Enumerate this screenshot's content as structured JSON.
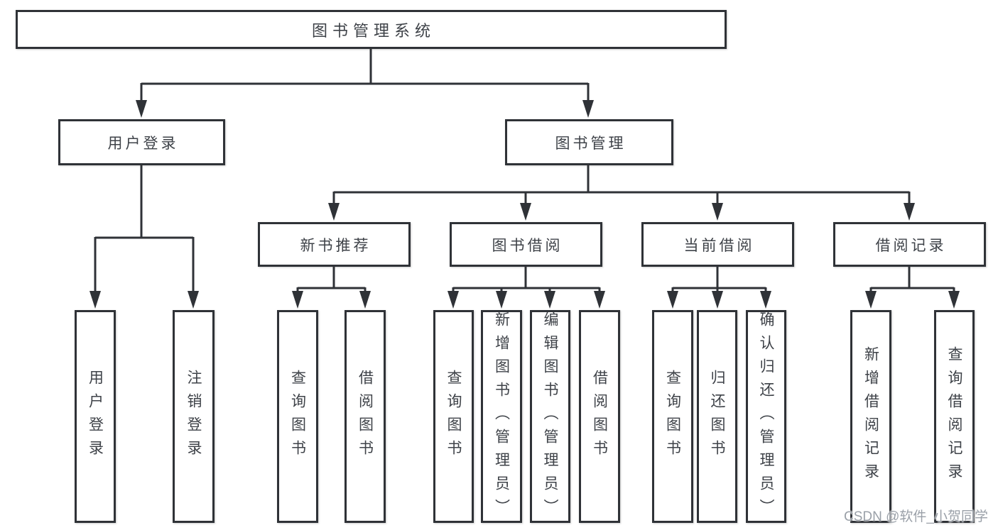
{
  "diagram": {
    "type": "hierarchy-tree",
    "tree": {
      "root": {
        "label": "图书管理系统",
        "children": [
          {
            "label": "用户登录",
            "children": [
              {
                "label": "用户登录"
              },
              {
                "label": "注销登录"
              }
            ]
          },
          {
            "label": "图书管理",
            "children": [
              {
                "label": "新书推荐",
                "children": [
                  {
                    "label": "查询图书"
                  },
                  {
                    "label": "借阅图书"
                  }
                ]
              },
              {
                "label": "图书借阅",
                "children": [
                  {
                    "label": "查询图书"
                  },
                  {
                    "label": "新增图书（管理员）"
                  },
                  {
                    "label": "编辑图书（管理员）"
                  },
                  {
                    "label": "借阅图书"
                  }
                ]
              },
              {
                "label": "当前借阅",
                "children": [
                  {
                    "label": "查询图书"
                  },
                  {
                    "label": "归还图书"
                  },
                  {
                    "label": "确认归还（管理员）"
                  }
                ]
              },
              {
                "label": "借阅记录",
                "children": [
                  {
                    "label": "新增借阅记录"
                  },
                  {
                    "label": "查询借阅记录"
                  }
                ]
              }
            ]
          }
        ]
      }
    },
    "colors": {
      "line": "#2f3237",
      "box_border": "#2f3237",
      "box_fill": "#ffffff",
      "text": "#3e4248",
      "watermark": "#9aa0a8",
      "background": "#ffffff"
    }
  },
  "watermark": {
    "text": "CSDN @软件_小贺同学"
  }
}
